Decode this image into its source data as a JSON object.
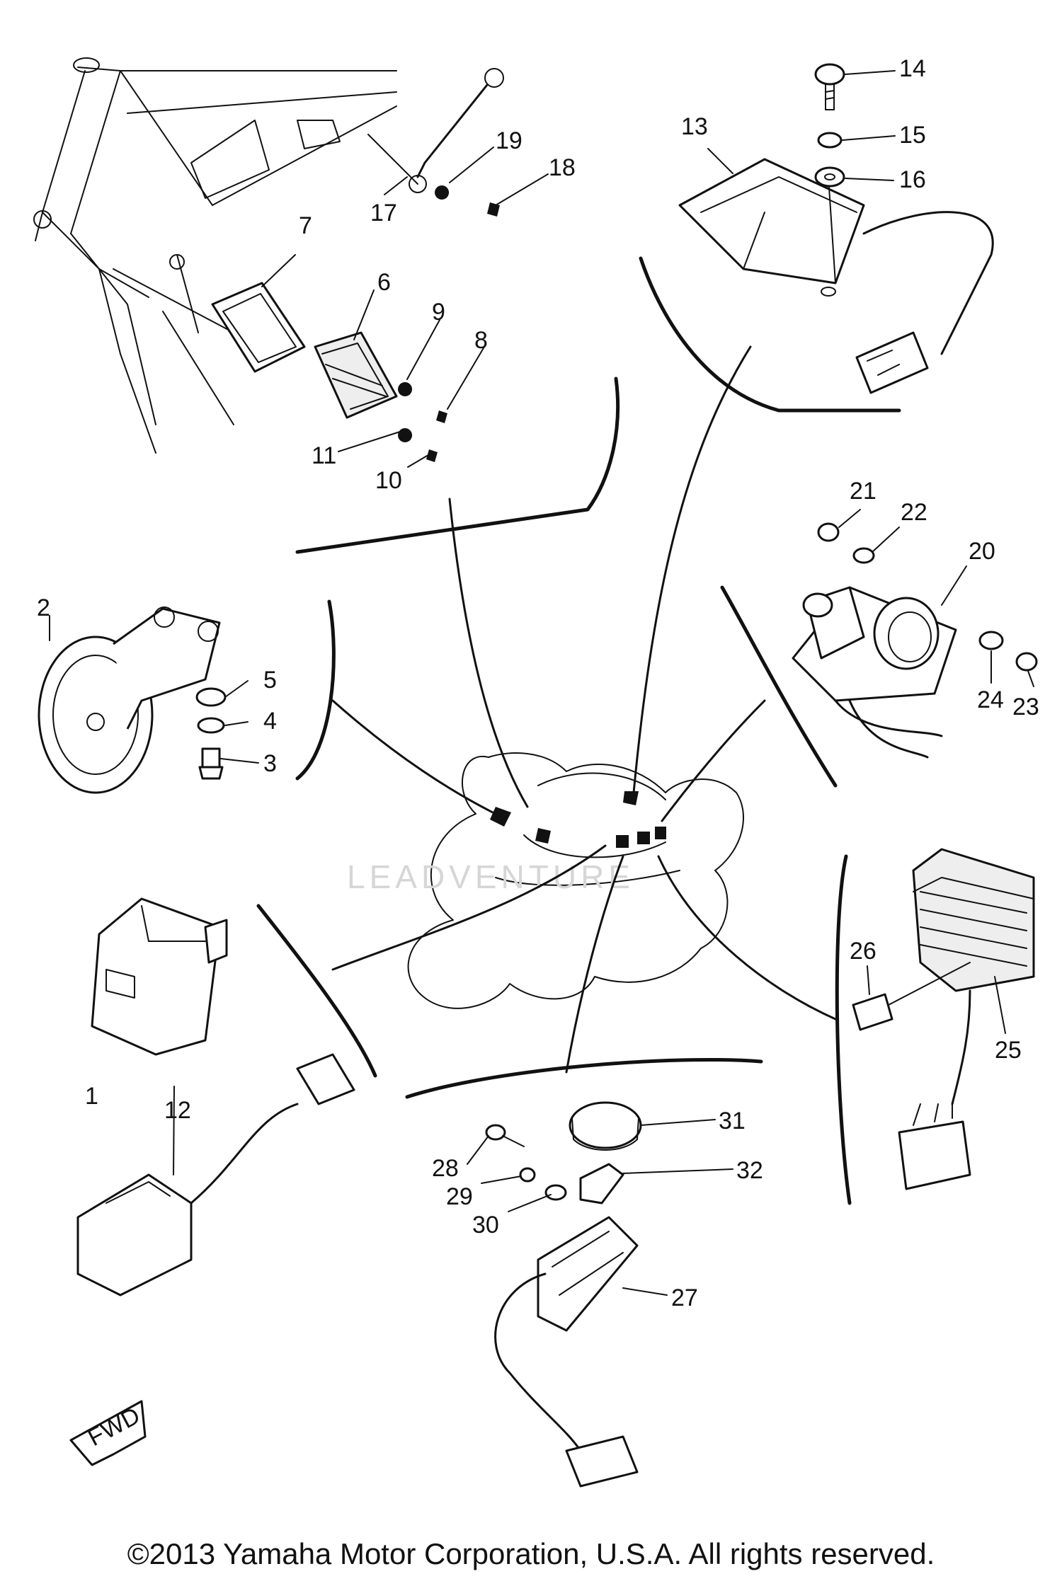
{
  "diagram": {
    "callouts": [
      {
        "id": "c1",
        "text": "1"
      },
      {
        "id": "c2",
        "text": "2"
      },
      {
        "id": "c3",
        "text": "3"
      },
      {
        "id": "c4",
        "text": "4"
      },
      {
        "id": "c5",
        "text": "5"
      },
      {
        "id": "c6",
        "text": "6"
      },
      {
        "id": "c7",
        "text": "7"
      },
      {
        "id": "c8",
        "text": "8"
      },
      {
        "id": "c9",
        "text": "9"
      },
      {
        "id": "c10",
        "text": "10"
      },
      {
        "id": "c11",
        "text": "11"
      },
      {
        "id": "c12",
        "text": "12"
      },
      {
        "id": "c13",
        "text": "13"
      },
      {
        "id": "c14",
        "text": "14"
      },
      {
        "id": "c15",
        "text": "15"
      },
      {
        "id": "c16",
        "text": "16"
      },
      {
        "id": "c17",
        "text": "17"
      },
      {
        "id": "c18",
        "text": "18"
      },
      {
        "id": "c19",
        "text": "19"
      },
      {
        "id": "c20",
        "text": "20"
      },
      {
        "id": "c21",
        "text": "21"
      },
      {
        "id": "c22",
        "text": "22"
      },
      {
        "id": "c23",
        "text": "23"
      },
      {
        "id": "c24",
        "text": "24"
      },
      {
        "id": "c25",
        "text": "25"
      },
      {
        "id": "c26",
        "text": "26"
      },
      {
        "id": "c27",
        "text": "27"
      },
      {
        "id": "c28",
        "text": "28"
      },
      {
        "id": "c29",
        "text": "29"
      },
      {
        "id": "c30",
        "text": "30"
      },
      {
        "id": "c31",
        "text": "31"
      },
      {
        "id": "c32",
        "text": "32"
      }
    ],
    "fwd_label": "FWD",
    "watermark": "LEADVENTURE"
  },
  "footer": {
    "copyright": "©2013 Yamaha Motor Corporation, U.S.A. All rights reserved."
  },
  "colors": {
    "ink": "#111111",
    "background": "#ffffff",
    "watermark": "#d6d6d6"
  }
}
